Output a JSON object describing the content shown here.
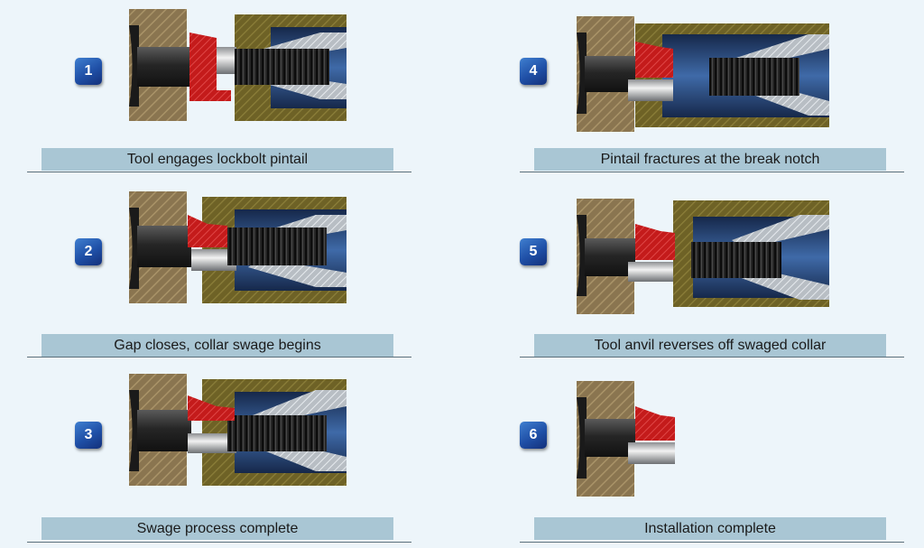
{
  "steps": [
    {
      "number": "1",
      "caption": "Tool engages lockbolt pintail"
    },
    {
      "number": "2",
      "caption": "Gap closes, collar swage begins"
    },
    {
      "number": "3",
      "caption": "Swage process complete"
    },
    {
      "number": "4",
      "caption": "Pintail fractures at the break notch"
    },
    {
      "number": "5",
      "caption": "Tool anvil reverses off swaged collar"
    },
    {
      "number": "6",
      "caption": "Installation complete"
    }
  ],
  "colors": {
    "background": "#edf5fa",
    "caption_bar": "#a9c6d4",
    "badge": "#2a5cb8",
    "structure": "#8a7550",
    "tool_body": "#7a6a2c",
    "collar": "#cc1f1f",
    "pin": "#2b2b2b",
    "pintail": "#2a4f86",
    "anvil": "#b9bec4"
  },
  "icons": {
    "badge": "numbered-square-badge"
  }
}
